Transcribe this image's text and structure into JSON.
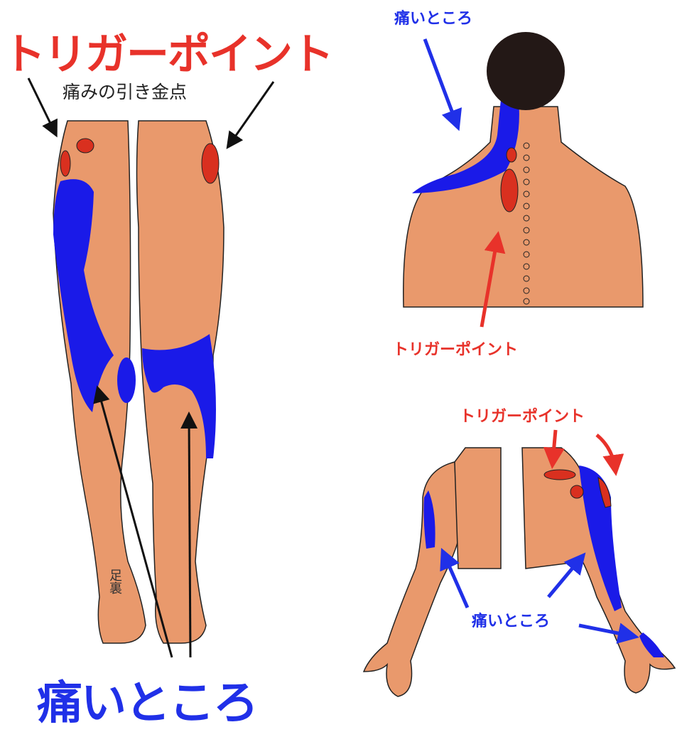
{
  "legs": {
    "title": "トリガーポイント",
    "subtitle": "痛みの引き金点",
    "sole_label": "足裏",
    "pain_label": "痛いところ"
  },
  "back": {
    "pain_label": "痛いところ",
    "trigger_label": "トリガーポイント"
  },
  "arms": {
    "trigger_label": "トリガーポイント",
    "pain_label": "痛いところ"
  },
  "colors": {
    "skin": "#E9996C",
    "pain": "#1A1AE8",
    "trigger": "#D9301F",
    "hair": "#231816"
  }
}
